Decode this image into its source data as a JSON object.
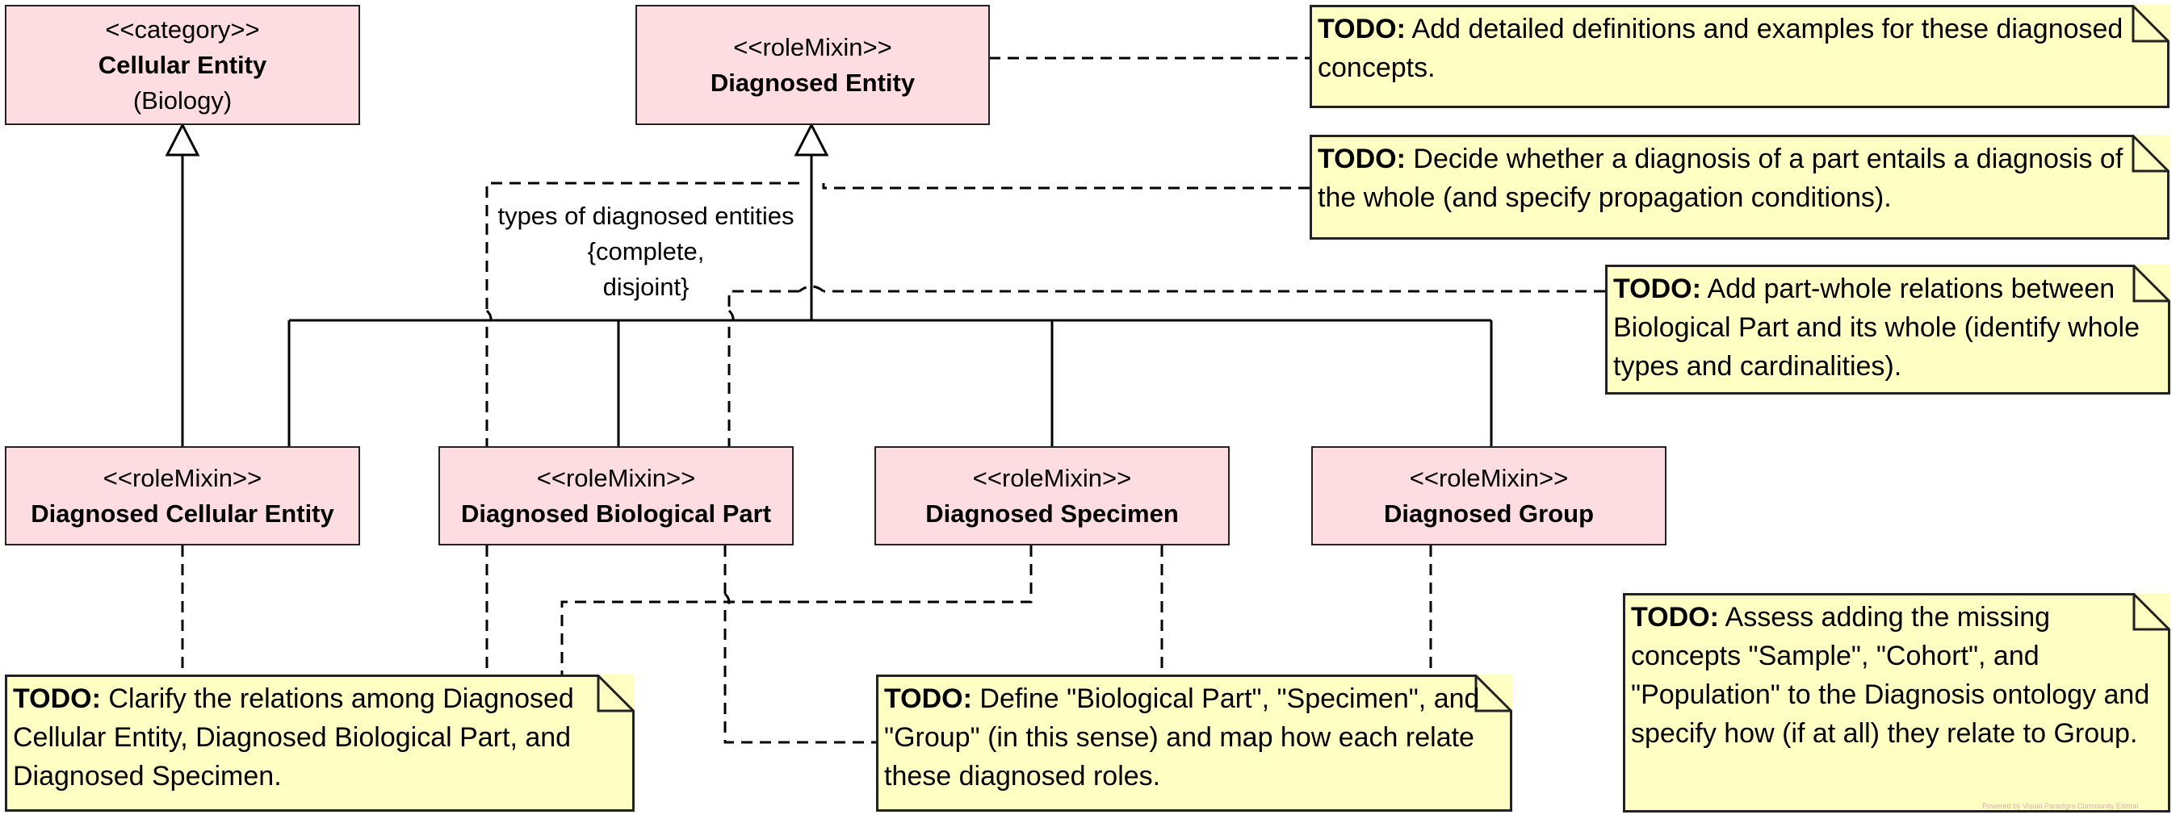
{
  "classes": {
    "cellular_entity": {
      "stereotype": "<<category>>",
      "name": "Cellular Entity",
      "extra": "(Biology)"
    },
    "diagnosed_entity": {
      "stereotype": "<<roleMixin>>",
      "name": "Diagnosed Entity"
    },
    "diagnosed_cellular_entity": {
      "stereotype": "<<roleMixin>>",
      "name": "Diagnosed Cellular Entity"
    },
    "diagnosed_biological_part": {
      "stereotype": "<<roleMixin>>",
      "name": "Diagnosed Biological Part"
    },
    "diagnosed_specimen": {
      "stereotype": "<<roleMixin>>",
      "name": "Diagnosed Specimen"
    },
    "diagnosed_group": {
      "stereotype": "<<roleMixin>>",
      "name": "Diagnosed Group"
    }
  },
  "generalization_set": {
    "name": "types of diagnosed entities",
    "constraint_line1": "{complete,",
    "constraint_line2": "disjoint}"
  },
  "notes": [
    {
      "label": "TODO:",
      "text": "Add detailed definitions and examples for these diagnosed concepts."
    },
    {
      "label": "TODO:",
      "text": "Decide whether a diagnosis of a part entails a diagnosis of the whole (and specify propagation conditions)."
    },
    {
      "label": "TODO:",
      "text": "Add part-whole relations between Biological Part and its whole (identify whole types and cardinalities)."
    },
    {
      "label": "TODO:",
      "text": "Assess adding the missing concepts \"Sample\", \"Cohort\", and \"Population\" to the Diagnosis ontology and specify how (if at all) they relate to Group."
    },
    {
      "label": "TODO:",
      "text": "Clarify the relations among Diagnosed Cellular Entity, Diagnosed Biological Part, and Diagnosed Specimen."
    },
    {
      "label": "TODO:",
      "text": "Define \"Biological Part\", \"Specimen\", and \"Group\" (in this sense) and map how each relate these diagnosed roles."
    }
  ],
  "watermark": "Powered by Visual Paradigm Community Edition"
}
